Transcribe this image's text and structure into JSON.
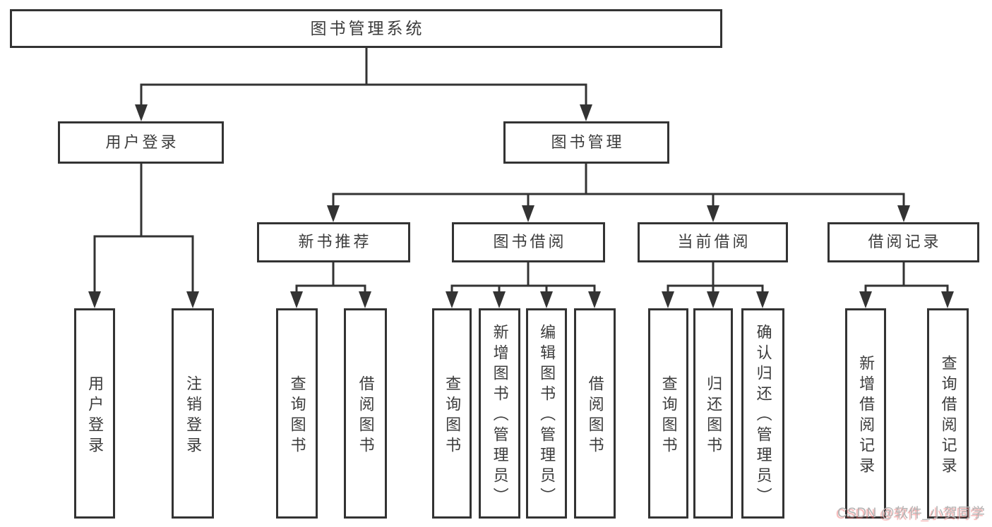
{
  "tree": {
    "label": "图书管理系统",
    "children": [
      {
        "label": "用户登录",
        "children": [
          {
            "label": "用户登录"
          },
          {
            "label": "注销登录"
          }
        ]
      },
      {
        "label": "图书管理",
        "children": [
          {
            "label": "新书推荐",
            "children": [
              {
                "label": "查询图书"
              },
              {
                "label": "借阅图书"
              }
            ]
          },
          {
            "label": "图书借阅",
            "children": [
              {
                "label": "查询图书"
              },
              {
                "label": "新增图书（管理员）"
              },
              {
                "label": "编辑图书（管理员）"
              },
              {
                "label": "借阅图书"
              }
            ]
          },
          {
            "label": "当前借阅",
            "children": [
              {
                "label": "查询图书"
              },
              {
                "label": "归还图书"
              },
              {
                "label": "确认归还（管理员）"
              }
            ]
          },
          {
            "label": "借阅记录",
            "children": [
              {
                "label": "新增借阅记录"
              },
              {
                "label": "查询借阅记录"
              }
            ]
          }
        ]
      }
    ]
  },
  "watermark": {
    "text": "CSDN @软件_小贺同学"
  },
  "colors": {
    "line": "#333333",
    "text": "#3c3c3c",
    "box_background": "#ffffff",
    "watermark_gray": "#b3b3b3",
    "watermark_red": "#ea6666"
  }
}
